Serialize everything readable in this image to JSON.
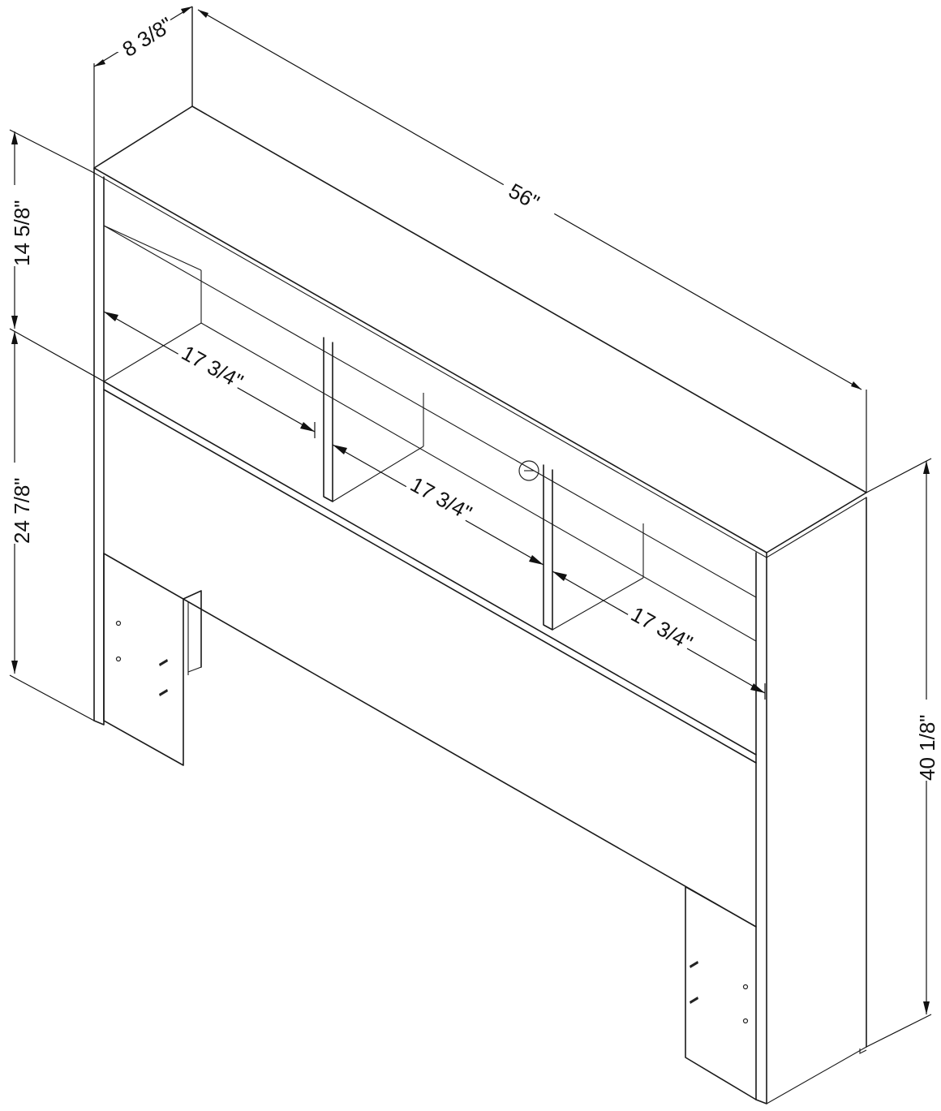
{
  "dimensions": {
    "depth": "8 3/8\"",
    "width": "56\"",
    "upper_height": "14 5/8\"",
    "lower_height": "24 7/8\"",
    "overall_height": "40 1/8\"",
    "cubby_left": "17 3/4\"",
    "cubby_middle": "17 3/4\"",
    "cubby_right": "17 3/4\""
  }
}
